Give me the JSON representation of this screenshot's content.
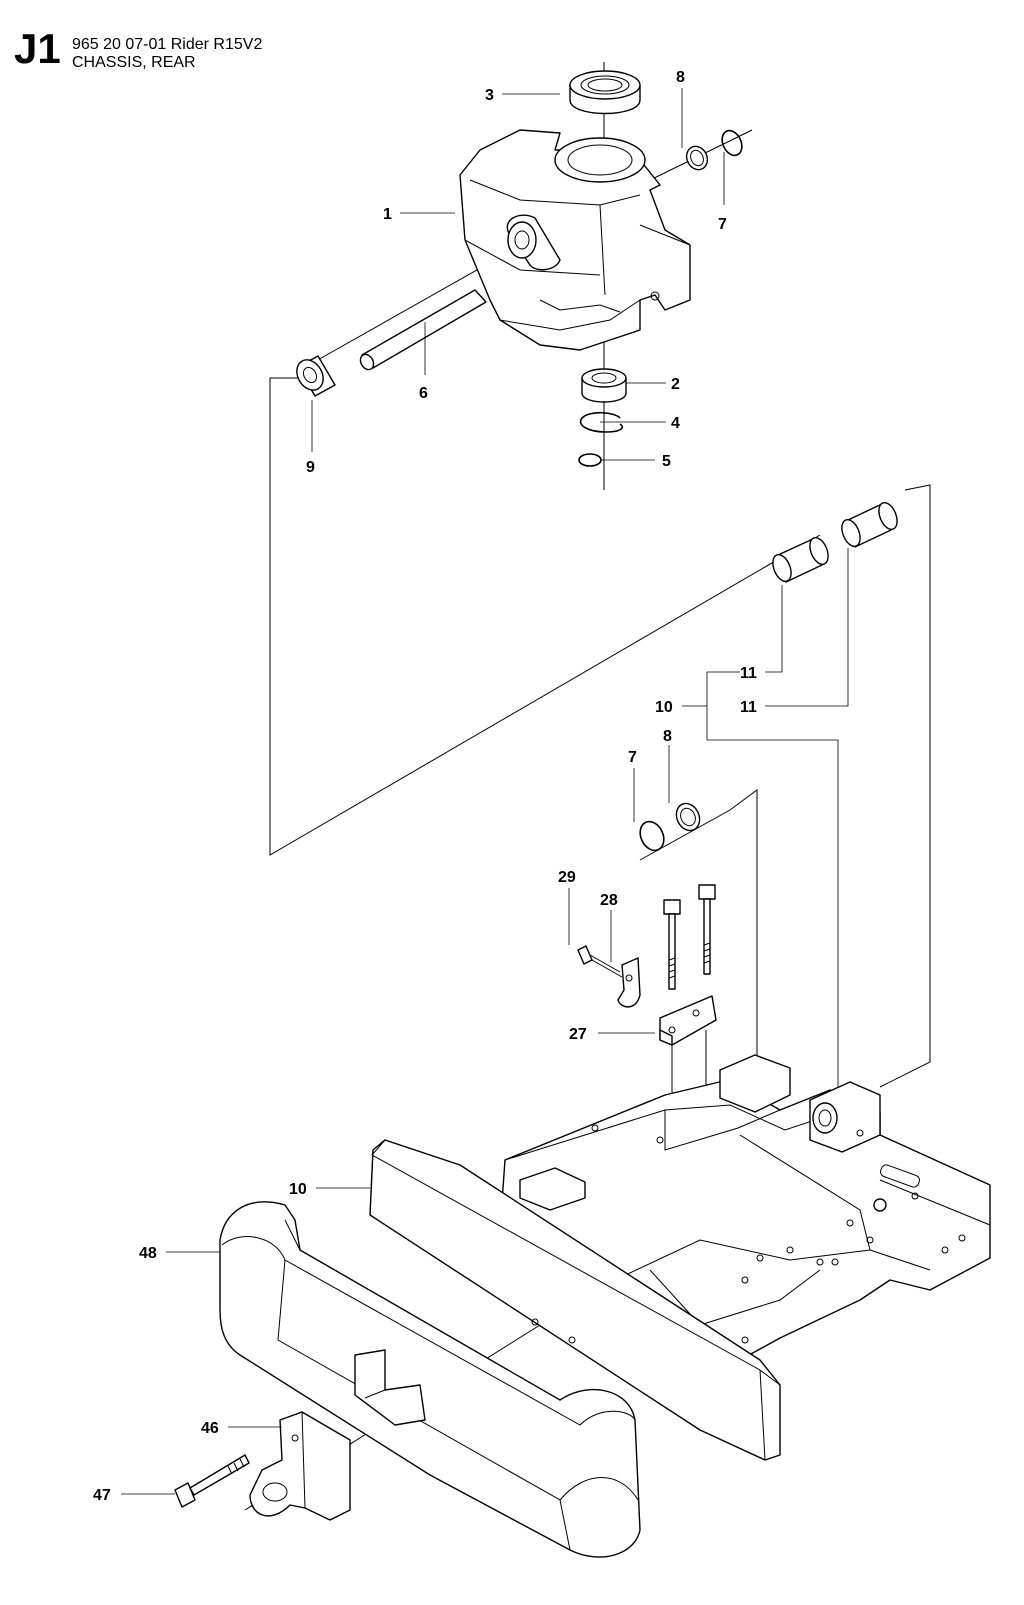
{
  "header": {
    "section_code": "J1",
    "model": "965 20 07-01 Rider R15V2",
    "title": "CHASSIS, REAR"
  },
  "callouts": {
    "c1": "1",
    "c2": "2",
    "c3": "3",
    "c4": "4",
    "c5": "5",
    "c6": "6",
    "c7a": "7",
    "c7b": "7",
    "c8a": "8",
    "c8b": "8",
    "c9": "9",
    "c10a": "10",
    "c10b": "10",
    "c11a": "11",
    "c11b": "11",
    "c27": "27",
    "c28": "28",
    "c29": "29",
    "c46": "46",
    "c47": "47",
    "c48": "48"
  }
}
